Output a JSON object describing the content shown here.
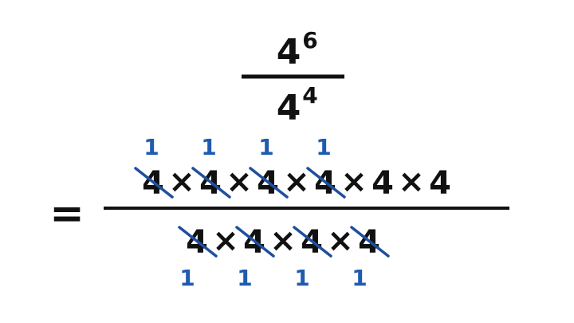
{
  "top_fraction": {
    "numerator": {
      "base": "4",
      "exponent": "6"
    },
    "denominator": {
      "base": "4",
      "exponent": "4"
    }
  },
  "equals_sign": "=",
  "expanded_fraction": {
    "numerator": {
      "factors": [
        "4",
        "4",
        "4",
        "4",
        "4",
        "4"
      ],
      "operator": "×",
      "cancelled_count": 4
    },
    "denominator": {
      "factors": [
        "4",
        "4",
        "4",
        "4"
      ],
      "operator": "×",
      "cancelled_count": 4
    },
    "cancel_mark_above": "1",
    "cancel_mark_below": "1"
  },
  "colors": {
    "text": "#111111",
    "strike": "#1f4f9e",
    "cancel_label": "#1f5bb0"
  }
}
